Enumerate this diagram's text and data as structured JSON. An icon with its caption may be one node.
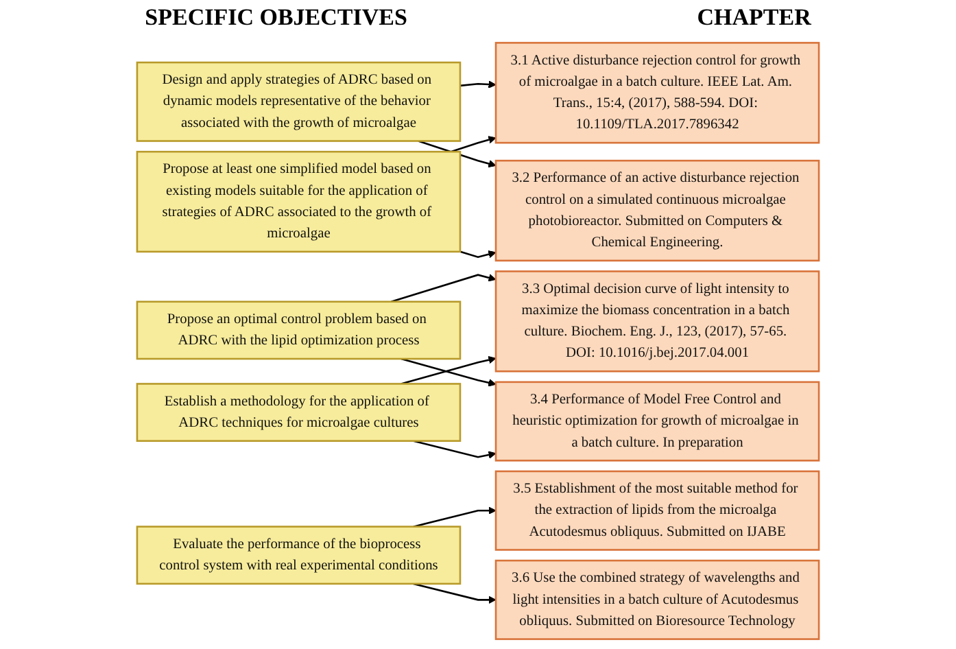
{
  "diagram": {
    "nodes": [
      {
        "text": [
          "Design and apply strategies of ADRC based on dynamic models representative of the behavior associated with the growth of microalgae"
        ]
      },
      {
        "text": [
          "Propose at least one simplified model based on existing models suitable for the application of strategies of ADRC associated to the growth of microalgae"
        ]
      },
      {
        "text": [
          "Propose an optimal control problem based on ADRC with the lipid optimization process"
        ]
      },
      {
        "text": [
          "Establish a methodology for the application of ADRC techniques for microalgae cultures"
        ]
      },
      {
        "text": [
          "Evaluate the performance of the bioprocess control system with real experimental conditions"
        ]
      },
      {
        "text": [
          "3.1 Active disturbance rejection control for growth of microalgae in a batch culture. IEEE Lat. Am. Trans., 15:4, (2017), 588-594. DOI: 10.1109/TLA.2017.7896342"
        ]
      },
      {
        "text": [
          "3.2 Performance of an active disturbance rejection control on a simulated continuous microalgae photobioreactor. Submitted on Computers & Chemical Engineering."
        ]
      },
      {
        "text": [
          "3.3 Optimal decision curve of light intensity to maximize the biomass concentration in a batch culture. Biochem. Eng. J., 123, (2017), 57-65. DOI: 10.1016/j.bej.2017.04.001"
        ]
      },
      {
        "text": [
          "3.4 Performance of Model Free Control and heuristic optimization for growth of microalgae in a batch culture. In preparation"
        ]
      },
      {
        "text": [
          "3.5 Establishment of the most suitable method for the extraction of lipids from the microalga Acutodesmus obliquus. Submitted on IJABE"
        ]
      },
      {
        "text": [
          "3.6 Use the combined strategy of wavelengths and light intensities in a batch culture of Acutodesmus obliquus. Submitted on Bioresource Technology"
        ]
      }
    ],
    "edges": [
      {
        "from": 0,
        "to": 5,
        "arrow": "to"
      },
      {
        "from": 0,
        "to": 6,
        "arrow": "to"
      },
      {
        "from": 1,
        "to": 5,
        "arrow": "to"
      },
      {
        "from": 1,
        "to": 6,
        "arrow": "to"
      },
      {
        "from": 2,
        "to": 7,
        "arrow": "to"
      },
      {
        "from": 2,
        "to": 8,
        "arrow": "to"
      },
      {
        "from": 3,
        "to": 7,
        "arrow": "to"
      },
      {
        "from": 3,
        "to": 8,
        "arrow": "to"
      },
      {
        "from": 4,
        "to": 9,
        "arrow": "to"
      },
      {
        "from": 4,
        "to": 10,
        "arrow": "to"
      }
    ],
    "labels": [
      "SPECIFIC OBJECTIVES",
      "CHAPTER"
    ]
  }
}
